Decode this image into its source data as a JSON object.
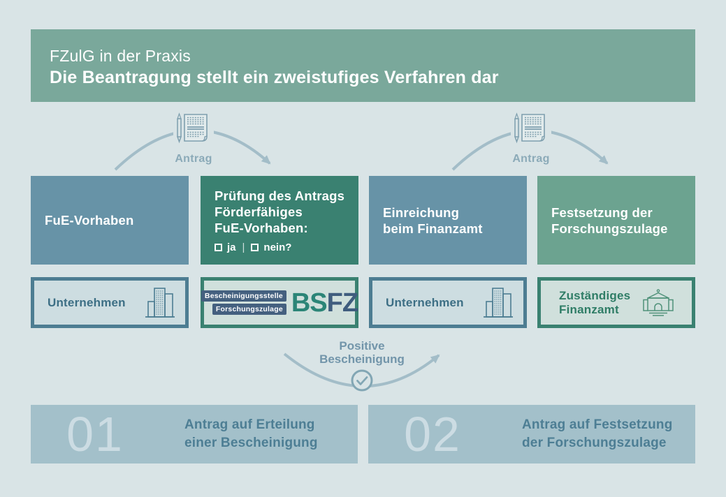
{
  "colors": {
    "background": "#d9e4e6",
    "header_bg": "#7aa89b",
    "blue_box": "#6793a7",
    "dark_green_box": "#3a8171",
    "light_green_box": "#6ca390",
    "outline_blue": "#4d7d92",
    "outline_green": "#3a8171",
    "actor_text_blue": "#3d6f85",
    "actor_text_green": "#2f7d66",
    "chip_bg": "#44607f",
    "bsfz_teal": "#2b8577",
    "bsfz_navy": "#3f5d7e",
    "arrow": "#a3bdc8",
    "arrow_label": "#8baab8",
    "step_bg": "#a3c0ca",
    "step_text": "#4d7e94"
  },
  "header": {
    "line1": "FZulG in der Praxis",
    "line2": "Die Beantragung stellt ein zweistufiges Verfahren dar"
  },
  "arrows": {
    "left": {
      "label": "Antrag",
      "icon": "pencil-document-icon"
    },
    "right": {
      "label": "Antrag",
      "icon": "pencil-document-icon"
    },
    "positive": {
      "line1": "Positive",
      "line2": "Bescheinigung",
      "icon": "check-circle-icon"
    }
  },
  "flow_boxes": [
    {
      "id": "fue-vorhaben",
      "theme": "blue",
      "lines": [
        "FuE-Vorhaben"
      ]
    },
    {
      "id": "pruefung-antrag",
      "theme": "dark-green",
      "lines": [
        "Prüfung des Antrags",
        "Förderfähiges",
        "FuE-Vorhaben:"
      ],
      "options": {
        "yes": "ja",
        "separator": "|",
        "no": "nein?"
      }
    },
    {
      "id": "einreichung-finanzamt",
      "theme": "blue",
      "lines": [
        "Einreichung",
        "beim Finanzamt"
      ]
    },
    {
      "id": "festsetzung-zulage",
      "theme": "light-green",
      "lines": [
        "Festsetzung der",
        "Forschungszulage"
      ]
    }
  ],
  "actor_boxes": [
    {
      "id": "unternehmen-1",
      "label": "Unternehmen",
      "icon": "office-building-icon",
      "theme": "blue"
    },
    {
      "id": "bsfz-logo",
      "theme": "green",
      "chip_line1": "Bescheinigungsstelle",
      "chip_line2": "Forschungszulage",
      "acronym_teal": "BS",
      "acronym_navy": "FZ"
    },
    {
      "id": "unternehmen-2",
      "label": "Unternehmen",
      "icon": "office-building-icon",
      "theme": "blue"
    },
    {
      "id": "zustaendiges-finanzamt",
      "line1": "Zuständiges",
      "line2": "Finanzamt",
      "icon": "bank-icon",
      "theme": "green"
    }
  ],
  "steps": [
    {
      "number": "01",
      "line1": "Antrag auf Erteilung",
      "line2": "einer Bescheinigung"
    },
    {
      "number": "02",
      "line1": "Antrag auf Festsetzung",
      "line2": "der Forschungszulage"
    }
  ]
}
